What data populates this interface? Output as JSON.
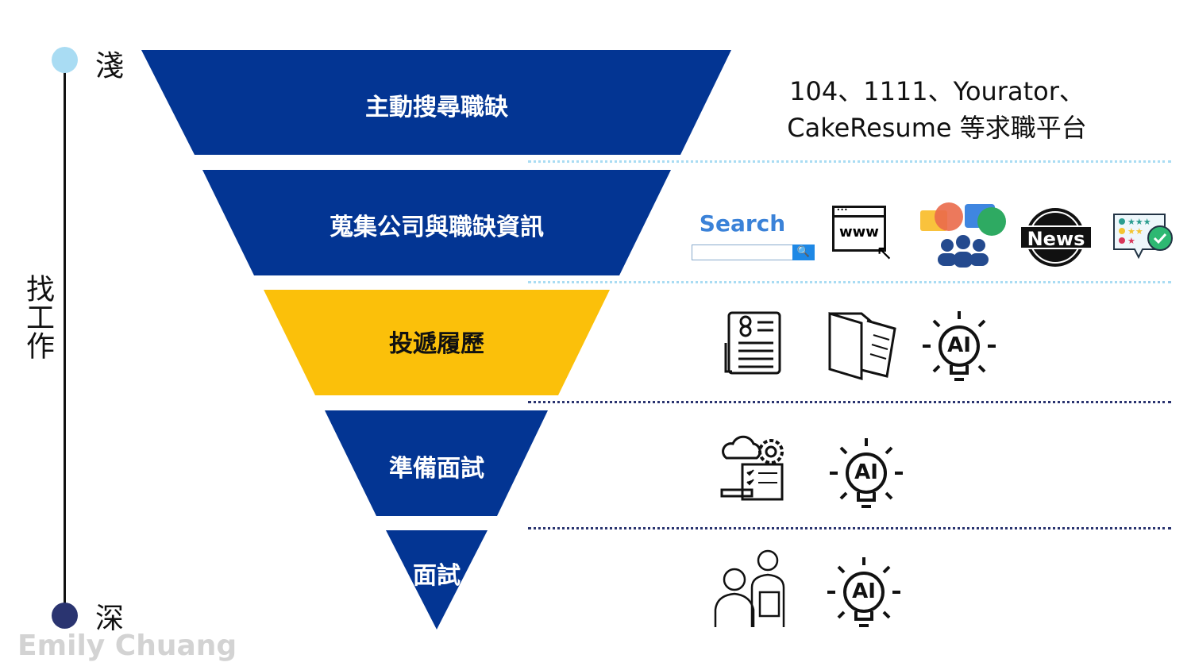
{
  "axis": {
    "top_label": "淺",
    "bottom_label": "深",
    "side_label": "找工作"
  },
  "funnel": [
    {
      "label": "主動搜尋職缺",
      "color": "#033593"
    },
    {
      "label": "蒐集公司與職缺資訊",
      "color": "#033593"
    },
    {
      "label": "投遞履歷",
      "color": "#FBC00A"
    },
    {
      "label": "準備面試",
      "color": "#033593"
    },
    {
      "label": "面試",
      "color": "#033593"
    }
  ],
  "platforms": {
    "line1": "104、1111、Yourator、",
    "line2": "CakeResume 等求職平台"
  },
  "icons_row2": [
    "search-bar-icon",
    "www-browser-icon",
    "community-chat-icon",
    "news-globe-icon",
    "review-rating-icon"
  ],
  "icons_row3": [
    "resume-icon",
    "document-folder-icon",
    "ai-bulb-icon"
  ],
  "icons_row4": [
    "interview-prep-icon",
    "ai-bulb-icon"
  ],
  "icons_row5": [
    "interview-people-icon",
    "ai-bulb-icon"
  ],
  "search_text": "Search",
  "www_text": "www",
  "news_text": "News",
  "ai_text": "AI",
  "watermark": "Emily Chuang",
  "colors": {
    "navy": "#033593",
    "yellow": "#FBC00A",
    "light_dot": "#a9dcf3",
    "dark_dot": "#2a3470"
  }
}
